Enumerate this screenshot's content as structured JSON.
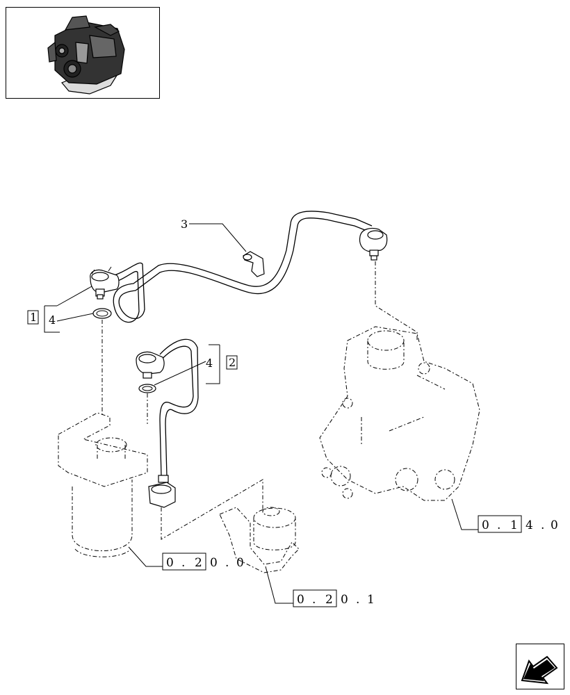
{
  "callouts": {
    "item1": "1",
    "item2": "2",
    "item3": "3",
    "item4_left": "4",
    "item4_right": "4"
  },
  "references": {
    "ref_0140": [
      "0",
      ".",
      "1",
      "4",
      ".",
      "0"
    ],
    "ref_0200": [
      "0",
      ".",
      "2",
      "0",
      ".",
      "0"
    ],
    "ref_0201": [
      "0",
      ".",
      "2",
      "0",
      ".",
      "1"
    ]
  },
  "icons": {
    "thumbnail": "engine-thumbnail-icon",
    "nav": "previous-page-arrow-icon"
  }
}
